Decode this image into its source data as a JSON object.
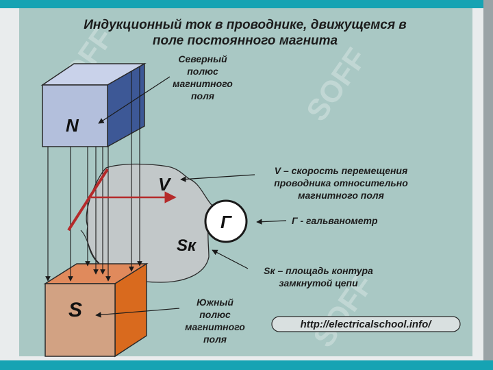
{
  "title": {
    "line1": "Индукционный ток в проводнике, движущемся в",
    "line2": "поле постоянного магнита"
  },
  "magnet": {
    "north_letter": "N",
    "south_letter": "S",
    "north_color": "#b3bfdc",
    "south_color": "#d2a283"
  },
  "labels": {
    "north_pole": [
      "Северный",
      "полюс",
      "магнитного",
      "поля"
    ],
    "south_pole": [
      "Южный",
      "полюс",
      "магнитного",
      "поля"
    ],
    "velocity": [
      "V – скорость перемещения",
      "проводника относительно",
      "магнитного поля"
    ],
    "galvanometer": "Г - гальванометр",
    "area": [
      "Sк – площадь контура",
      "замкнутой цепи"
    ]
  },
  "diagram": {
    "velocity_symbol": "V",
    "galvanometer_symbol": "Г",
    "area_symbol": "Sк"
  },
  "url": "http://electricalschool.info/",
  "watermark": "SOFF"
}
